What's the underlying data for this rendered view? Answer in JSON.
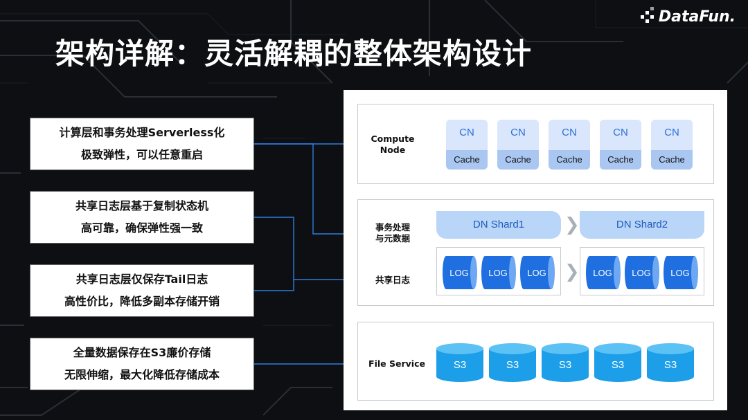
{
  "title": "架构详解：灵活解耦的整体架构设计",
  "logo": "DataFun.",
  "left_boxes": [
    {
      "line1": "计算层和事务处理Serverless化",
      "line2": "极致弹性，可以任意重启"
    },
    {
      "line1": "共享日志层基于复制状态机",
      "line2": "高可靠，确保弹性强一致"
    },
    {
      "line1": "共享日志层仅保存Tail日志",
      "line2": "高性价比，降低多副本存储开销"
    },
    {
      "line1": "全量数据保存在S3廉价存储",
      "line2": "无限伸缩，最大化降低存储成本"
    }
  ],
  "compute": {
    "label_line1": "Compute",
    "label_line2": "Node",
    "nodes": [
      {
        "top": "CN",
        "bottom": "Cache"
      },
      {
        "top": "CN",
        "bottom": "Cache"
      },
      {
        "top": "CN",
        "bottom": "Cache"
      },
      {
        "top": "CN",
        "bottom": "Cache"
      },
      {
        "top": "CN",
        "bottom": "Cache"
      }
    ]
  },
  "dn": {
    "label_line1": "事务处理",
    "label_line2": "与元数据",
    "log_label": "共享日志",
    "shard1": "DN Shard1",
    "shard2": "DN Shard2",
    "logs": [
      "LOG",
      "LOG",
      "LOG"
    ],
    "arrow": "❯"
  },
  "file": {
    "label": "File Service",
    "s3": [
      "S3",
      "S3",
      "S3",
      "S3",
      "S3"
    ]
  },
  "colors": {
    "accent_blue": "#2e6fd8",
    "cylinder": "#1d9ee8",
    "connector": "#2f7de0"
  }
}
